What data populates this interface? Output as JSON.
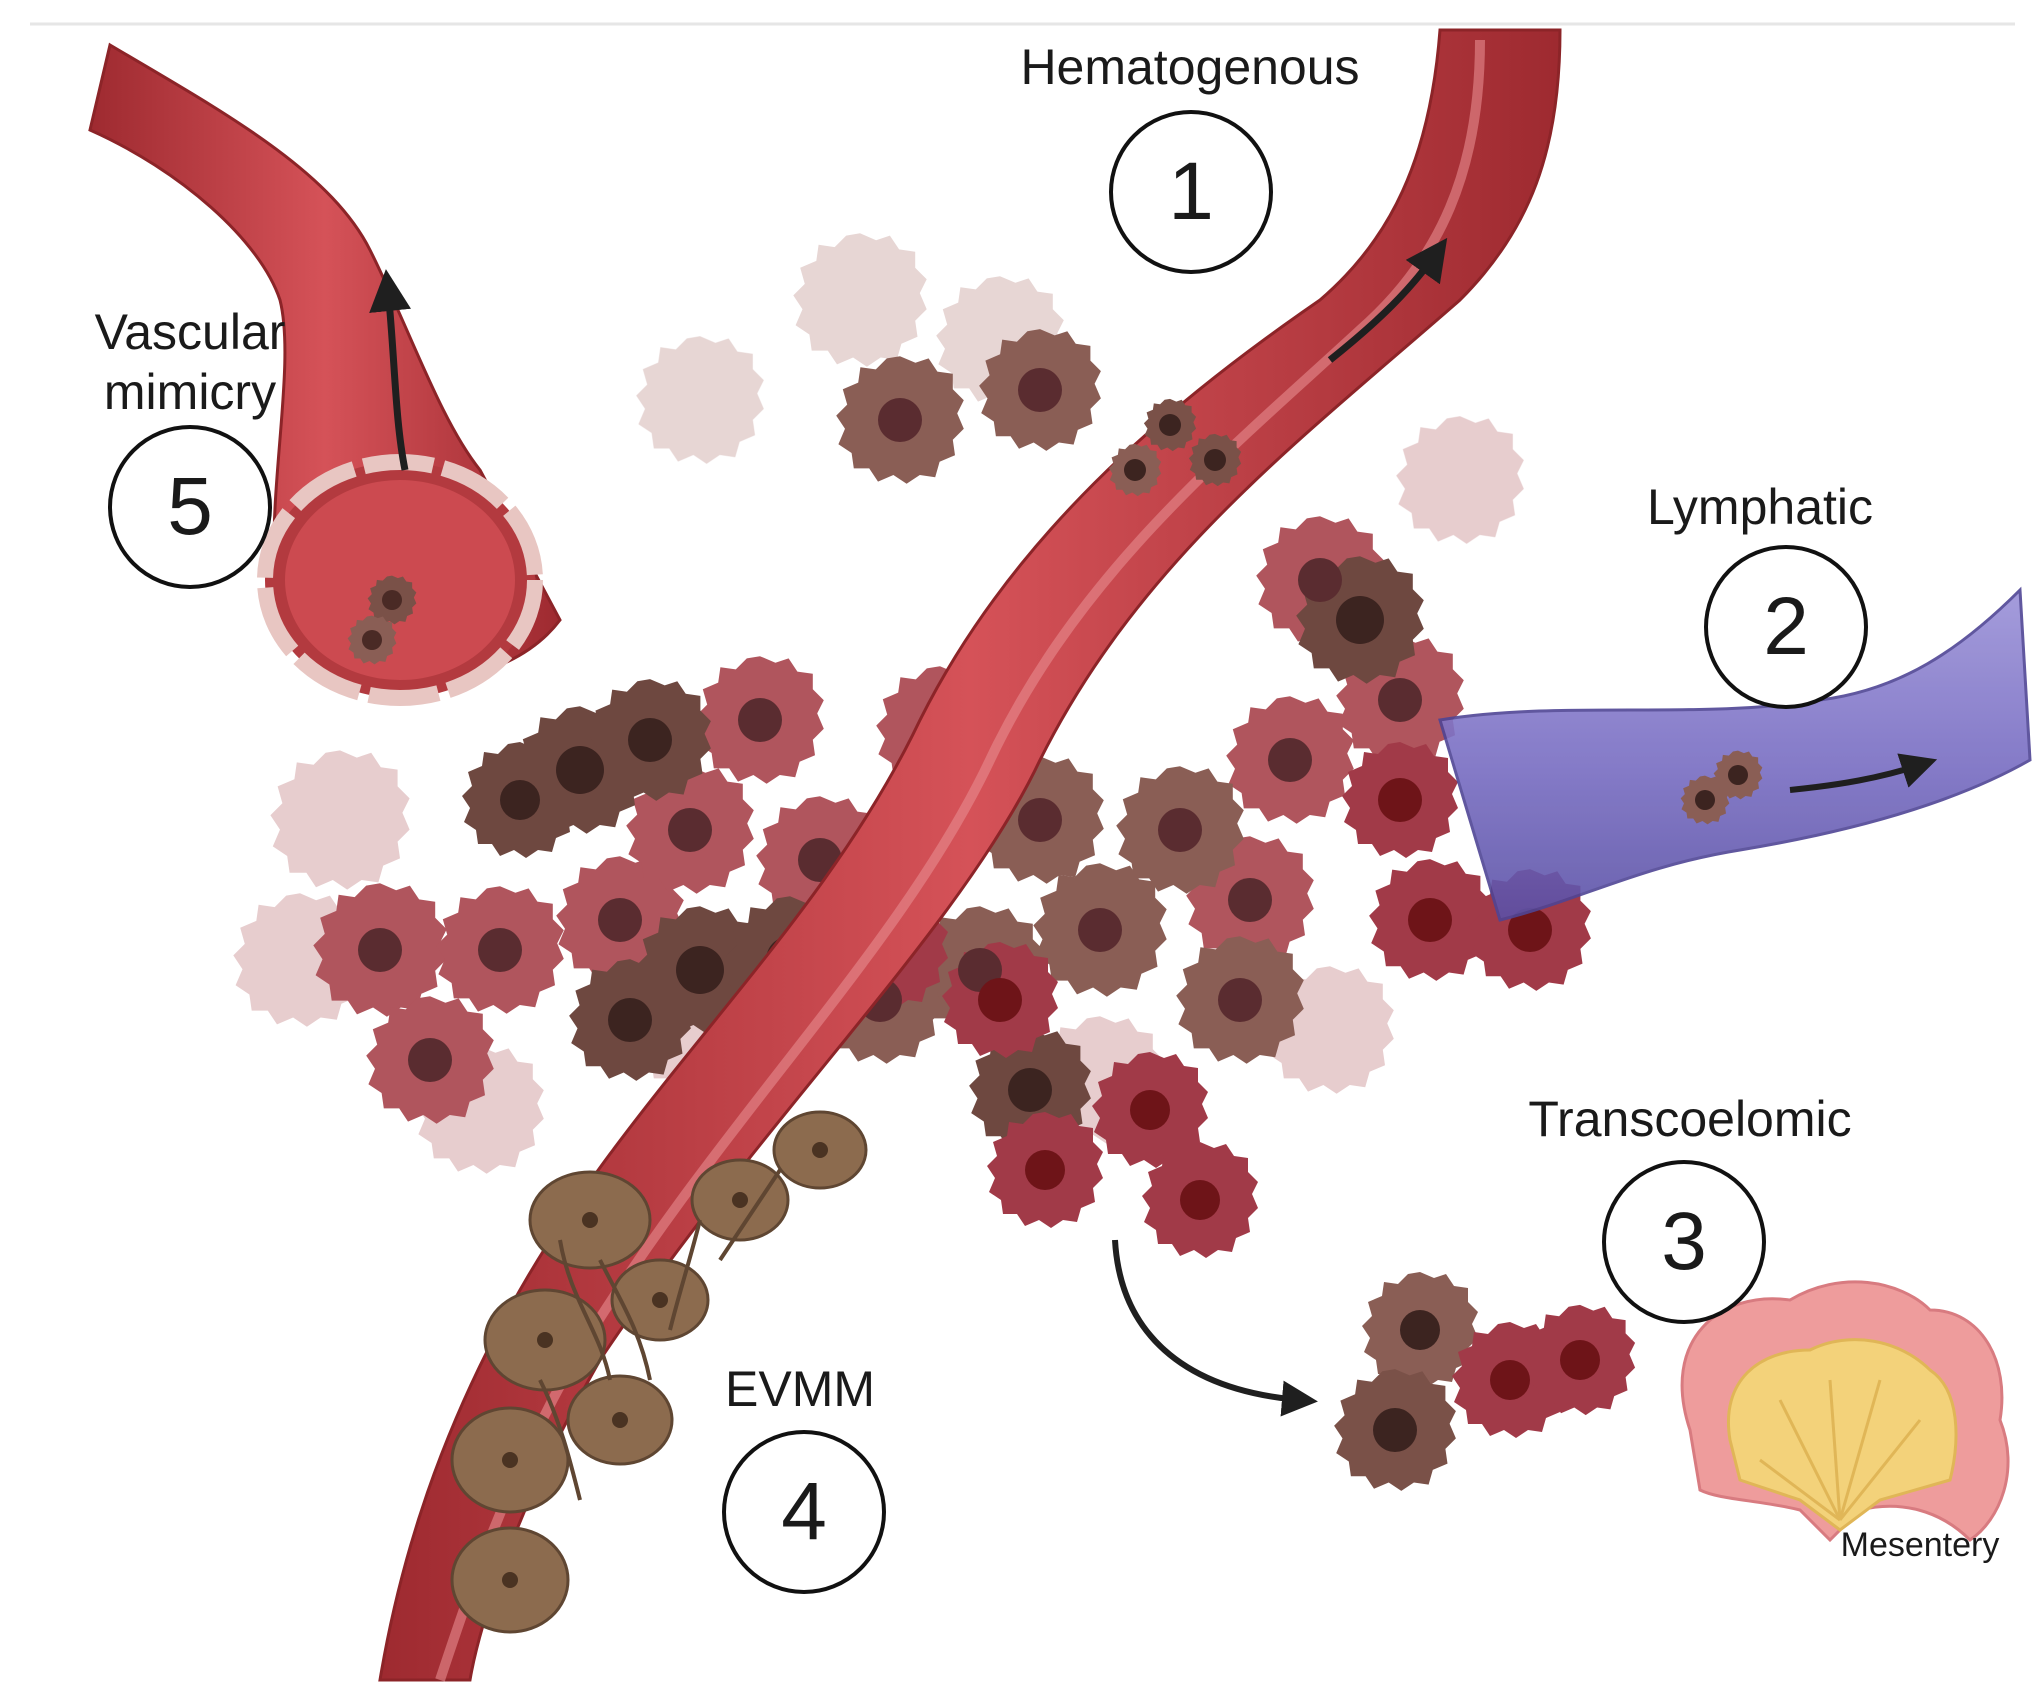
{
  "routes": [
    {
      "id": "hematogenous",
      "label": "Hematogenous",
      "number": "1"
    },
    {
      "id": "lymphatic",
      "label": "Lymphatic",
      "number": "2"
    },
    {
      "id": "transcoelomic",
      "label": "Transcoelomic",
      "number": "3"
    },
    {
      "id": "evmm",
      "label": "EVMM",
      "number": "4"
    },
    {
      "id": "vascular-mimicry",
      "label_line1": "Vascular",
      "label_line2": "mimicry",
      "number": "5"
    }
  ],
  "organ_label": "Mesentery",
  "colors": {
    "blood_vessel": "#c0393e",
    "lymph_vessel": "#7a6fc4",
    "tumor_cell_red": "#a8434f",
    "tumor_cell_brown": "#7a5148",
    "mesentery_fat": "#f3d27a",
    "mesentery_membrane": "#ee9c9c",
    "arrow": "#1f1f1f"
  }
}
